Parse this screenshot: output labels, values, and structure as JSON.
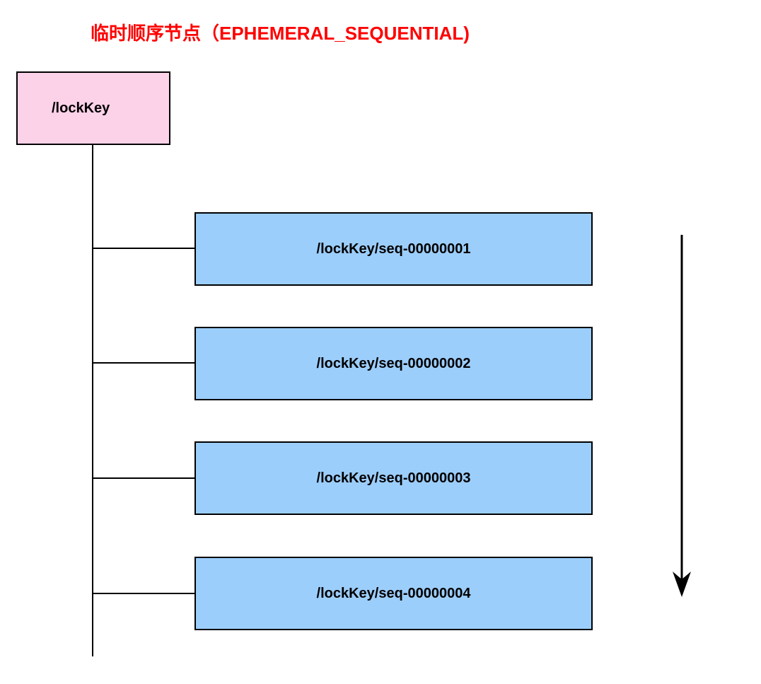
{
  "diagram": {
    "title": "临时顺序节点（EPHEMERAL_SEQUENTIAL)",
    "title_color": "#ff0000",
    "background_color": "#ffffff",
    "root": {
      "label": "/lockKey",
      "fill_color": "#fcd2e8",
      "border_color": "#000000"
    },
    "children": [
      {
        "label": "/lockKey/seq-00000001",
        "fill_color": "#9ccefc",
        "border_color": "#000000"
      },
      {
        "label": "/lockKey/seq-00000002",
        "fill_color": "#9ccefc",
        "border_color": "#000000"
      },
      {
        "label": "/lockKey/seq-00000003",
        "fill_color": "#9ccefc",
        "border_color": "#000000"
      },
      {
        "label": "/lockKey/seq-00000004",
        "fill_color": "#9ccefc",
        "border_color": "#000000"
      }
    ],
    "order_arrow": {
      "name": "downward-order-arrow",
      "direction": "down",
      "color": "#000000"
    }
  }
}
